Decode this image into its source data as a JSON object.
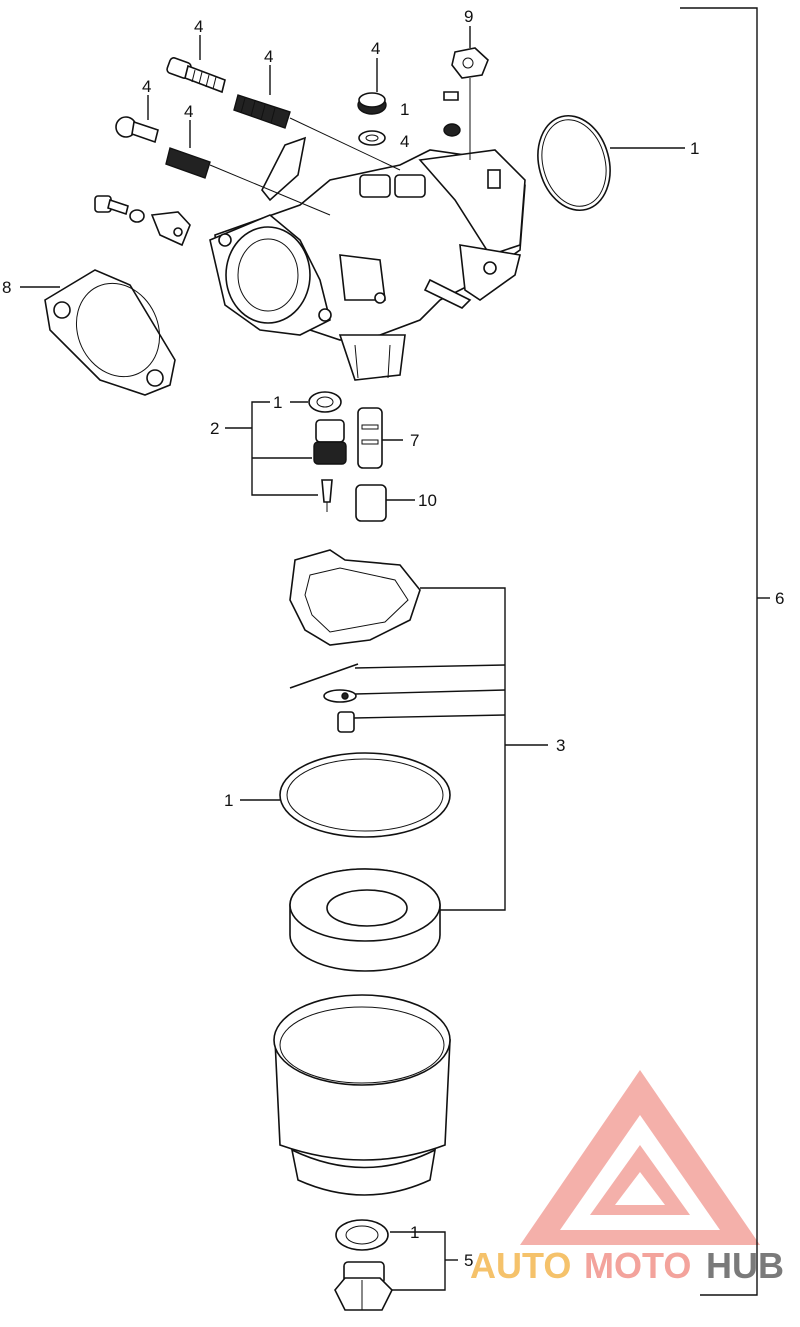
{
  "callouts": [
    {
      "id": "c4a",
      "text": "4"
    },
    {
      "id": "c4b",
      "text": "4"
    },
    {
      "id": "c4c",
      "text": "4"
    },
    {
      "id": "c4d",
      "text": "4"
    },
    {
      "id": "c4e",
      "text": "4"
    },
    {
      "id": "c4f",
      "text": "4"
    },
    {
      "id": "c1a",
      "text": "1"
    },
    {
      "id": "c9",
      "text": "9"
    },
    {
      "id": "c1b",
      "text": "1"
    },
    {
      "id": "c8",
      "text": "8"
    },
    {
      "id": "c1c",
      "text": "1"
    },
    {
      "id": "c2",
      "text": "2"
    },
    {
      "id": "c7",
      "text": "7"
    },
    {
      "id": "c10",
      "text": "10"
    },
    {
      "id": "c6",
      "text": "6"
    },
    {
      "id": "c3",
      "text": "3"
    },
    {
      "id": "c1d",
      "text": "1"
    },
    {
      "id": "c1e",
      "text": "1"
    },
    {
      "id": "c5",
      "text": "5"
    }
  ],
  "watermark": {
    "part1": "AUTO",
    "part2": "MOTO",
    "part3": "HUB",
    "colors": {
      "auto": "#f5c26b",
      "moto": "#f3a39c",
      "hub": "#7a7a7a",
      "logo": "#f3a39c"
    }
  }
}
